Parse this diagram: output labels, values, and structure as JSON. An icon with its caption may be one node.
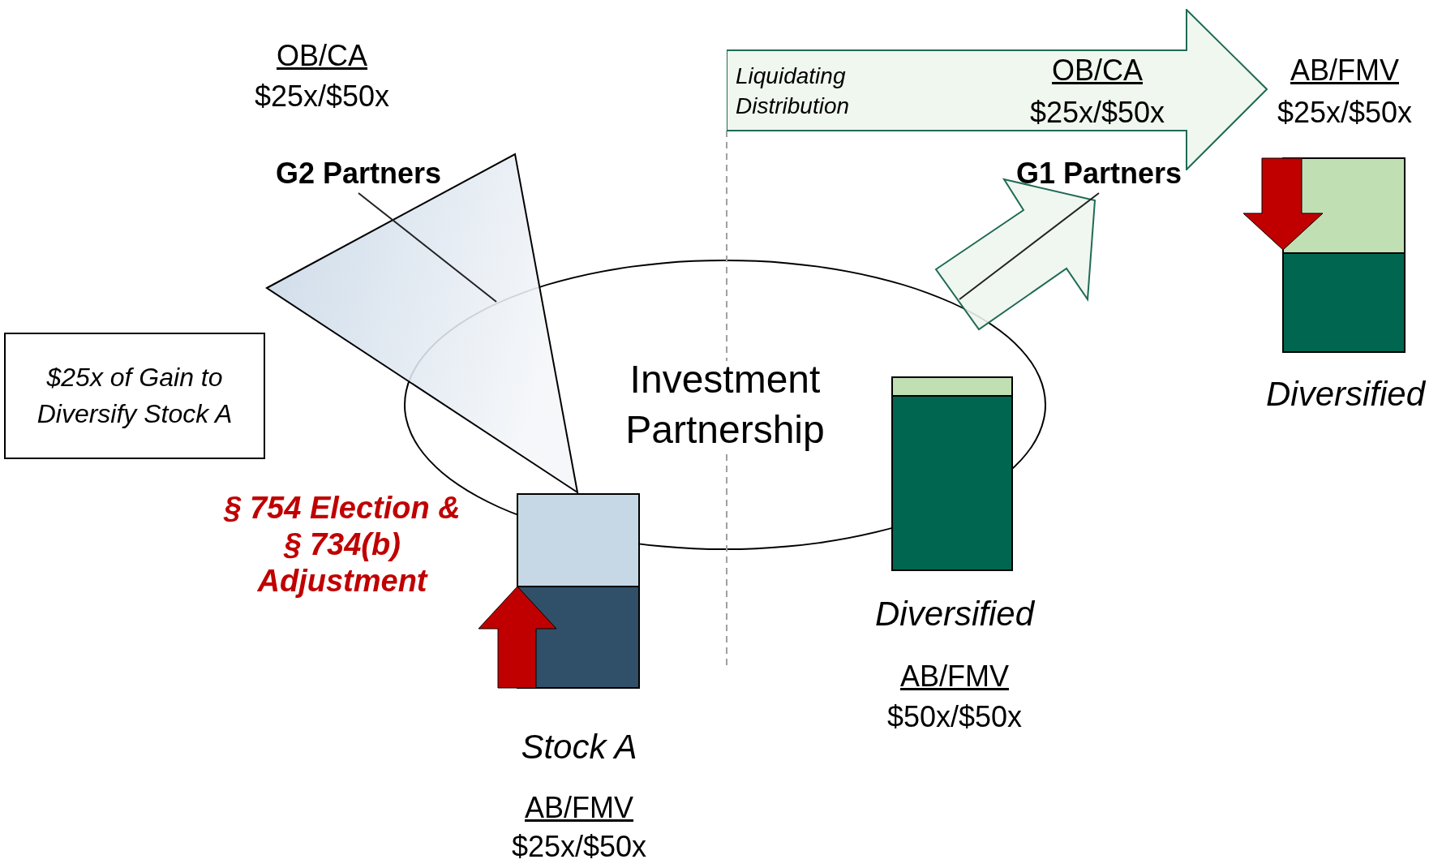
{
  "diagram": {
    "nodes": [
      {
        "text": [
          "G2 Partners"
        ]
      },
      {
        "text": [],
        "shape": "triangle"
      },
      {
        "text": [
          "$25x of Gain to Diversify Stock A"
        ]
      },
      {
        "text": [
          "Investment Partnership"
        ]
      },
      {
        "text": [
          "Liquidating Distribution"
        ]
      },
      {
        "text": [
          "G1 Partners"
        ]
      },
      {
        "text": [],
        "shape": "arrow"
      }
    ],
    "edges": [
      {
        "from": 0,
        "to": 1,
        "arrow": "none"
      },
      {
        "from": 5,
        "to": 6,
        "arrow": "none"
      }
    ],
    "labels": [
      "OB/CA",
      "$25x/$50x",
      "OB/CA",
      "$25x/$50x",
      "AB/FMV",
      "$25x/$50x",
      "Diversified",
      "§ 754 Election & § 734(b) Adjustment",
      "Diversified",
      "AB/FMV",
      "$50x/$50x",
      "Stock A",
      "AB/FMV",
      "$25x/$50x"
    ]
  }
}
